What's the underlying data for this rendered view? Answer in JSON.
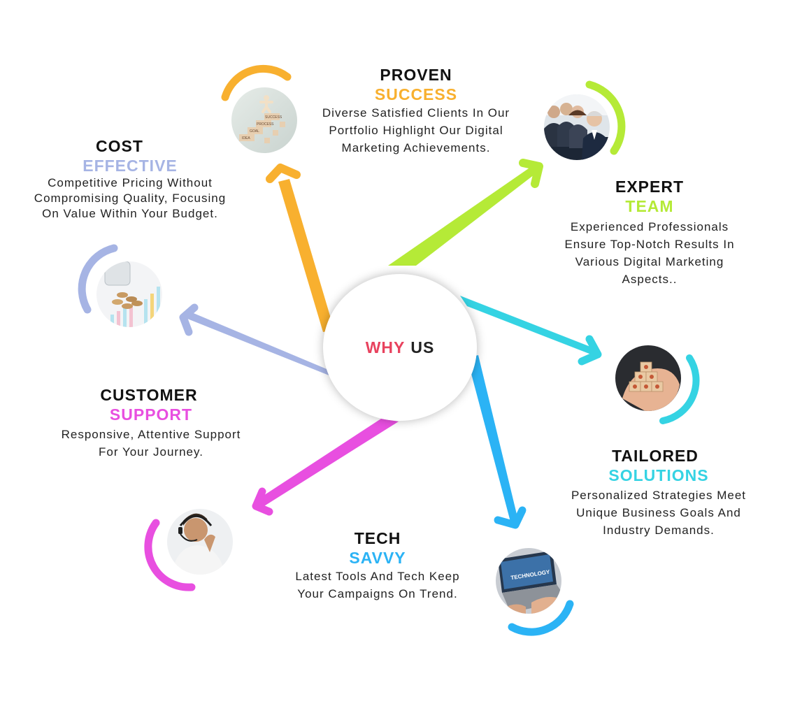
{
  "center": {
    "word1": "WHY",
    "word2": "US",
    "word1_color": "#e8425e",
    "word2_color": "#222222"
  },
  "items": [
    {
      "id": "proven-success",
      "title1": "PROVEN",
      "title2": "SUCCESS",
      "color": "#f8b02f",
      "description": [
        "Diverse Satisfied Clients In Our",
        "Portfolio Highlight Our Digital",
        "Marketing Achievements."
      ],
      "image": "success-staircase-blocks"
    },
    {
      "id": "expert-team",
      "title1": "EXPERT",
      "title2": "TEAM",
      "color": "#b5ea37",
      "description": [
        "Experienced Professionals",
        "Ensure Top-Notch Results In",
        "Various Digital Marketing",
        "Aspects.."
      ],
      "image": "business-team-photo"
    },
    {
      "id": "tailored-solutions",
      "title1": "TAILORED",
      "title2": "SOLUTIONS",
      "color": "#35d3e3",
      "description": [
        "Personalized Strategies Meet",
        "Unique Business Goals And",
        "Industry Demands."
      ],
      "image": "hand-holding-blocks"
    },
    {
      "id": "tech-savvy",
      "title1": "TECH",
      "title2": "SAVVY",
      "color": "#2bb3f5",
      "description": [
        "Latest Tools And Tech Keep",
        "Your Campaigns On Trend."
      ],
      "image": "laptop-technology",
      "image_label": "TECHNOLOGY"
    },
    {
      "id": "customer-support",
      "title1": "CUSTOMER",
      "title2": "SUPPORT",
      "color": "#e84fe0",
      "description": [
        "Responsive, Attentive Support",
        "For Your Journey."
      ],
      "image": "support-agent-headset"
    },
    {
      "id": "cost-effective",
      "title1": "COST",
      "title2": "EFFECTIVE",
      "color": "#a6b4e4",
      "description": [
        "Competitive Pricing Without",
        "Compromising Quality, Focusing",
        "On Value Within Your Budget."
      ],
      "image": "coins-jar-chart"
    }
  ],
  "staircase_labels": [
    "SUCCESS",
    "PROCESS",
    "GOAL",
    "IDEA"
  ]
}
